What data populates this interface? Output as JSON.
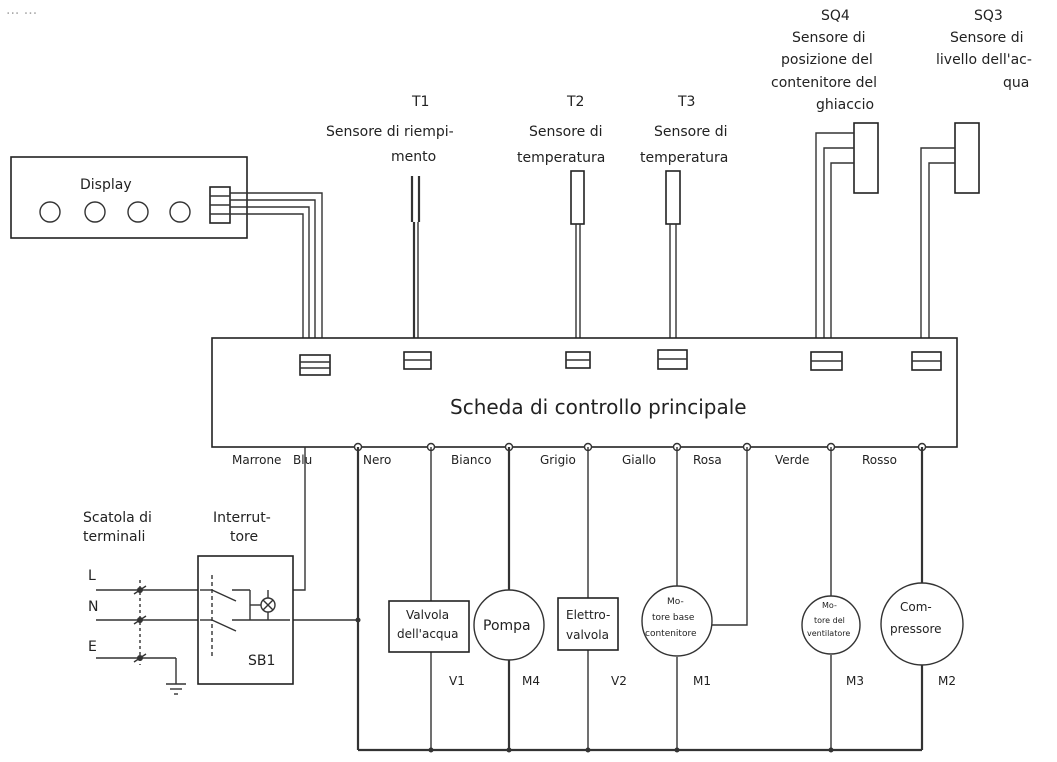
{
  "header_fragment": "... ...",
  "display": {
    "label": "Display"
  },
  "sensors": {
    "t1": {
      "id": "T1",
      "line1": "Sensore di riempi-",
      "line2": "mento"
    },
    "t2": {
      "id": "T2",
      "line1": "Sensore di",
      "line2": "temperatura"
    },
    "t3": {
      "id": "T3",
      "line1": "Sensore di",
      "line2": "temperatura"
    },
    "sq4": {
      "id": "SQ4",
      "line1": "Sensore di",
      "line2": "posizione del",
      "line3": "contenitore del",
      "line4": "ghiaccio"
    },
    "sq3": {
      "id": "SQ3",
      "line1": "Sensore di",
      "line2": "livello dell'ac-",
      "line3": "qua"
    }
  },
  "main_board": {
    "label": "Scheda di controllo principale"
  },
  "wire_colors": {
    "marrone": "Marrone",
    "blu": "Blu",
    "nero": "Nero",
    "bianco": "Bianco",
    "grigio": "Grigio",
    "giallo": "Giallo",
    "rosa": "Rosa",
    "verde": "Verde",
    "rosso": "Rosso"
  },
  "terminal_box": {
    "line1": "Scatola di",
    "line2": "terminali",
    "l": "L",
    "n": "N",
    "e": "E"
  },
  "switch": {
    "line1": "Interrut-",
    "line2": "tore",
    "id": "SB1"
  },
  "components": {
    "v1": {
      "line1": "Valvola",
      "line2": "dell'acqua",
      "id": "V1"
    },
    "m4": {
      "label": "Pompa",
      "id": "M4"
    },
    "v2": {
      "line1": "Elettro-",
      "line2": "valvola",
      "id": "V2"
    },
    "m1": {
      "line1": "Mo-",
      "line2": "tore base",
      "line3": "contenitore",
      "id": "M1"
    },
    "m3": {
      "line1": "Mo-",
      "line2": "tore del",
      "line3": "ventilatore",
      "id": "M3"
    },
    "m2": {
      "line1": "Com-",
      "line2": "pressore",
      "id": "M2"
    }
  }
}
